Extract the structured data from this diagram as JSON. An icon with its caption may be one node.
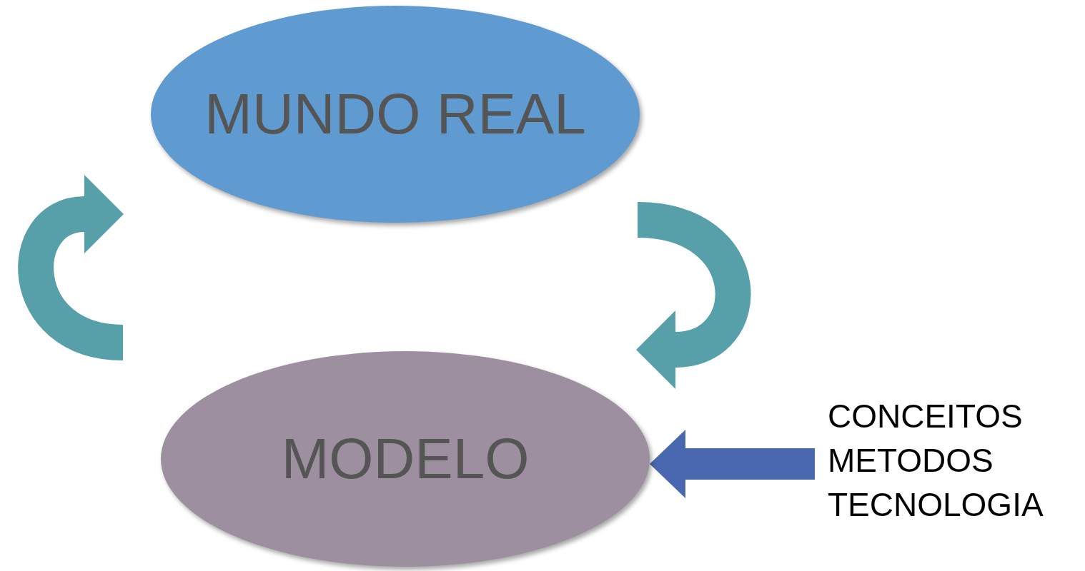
{
  "diagram": {
    "nodes": [
      {
        "text": [
          "MUNDO REAL"
        ]
      },
      {
        "text": [
          "MODELO"
        ]
      },
      {
        "text": [
          "CONCEITOS",
          "METODOS",
          "TECNOLOGIA"
        ]
      }
    ],
    "edges": [
      {
        "from": 1,
        "to": 0,
        "arrow": "to"
      },
      {
        "from": 0,
        "to": 1,
        "arrow": "to"
      },
      {
        "from": 2,
        "to": 1,
        "arrow": "to",
        "color": "#4a68b0"
      }
    ]
  }
}
